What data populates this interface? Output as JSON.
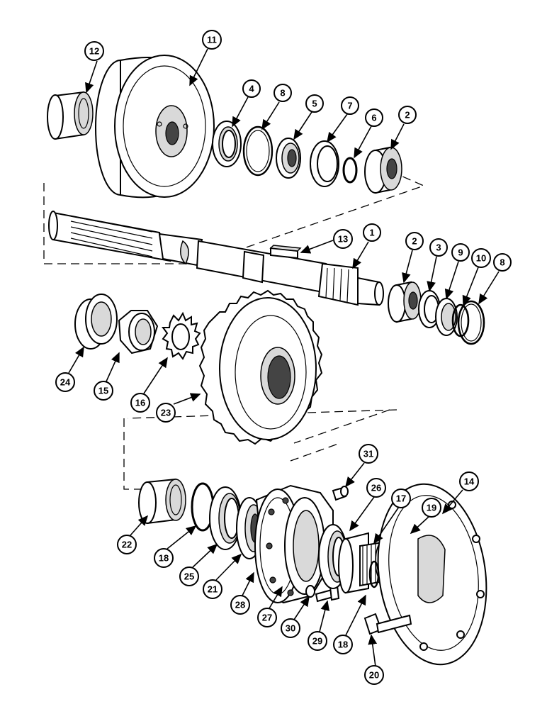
{
  "callouts": [
    "1",
    "2",
    "2",
    "3",
    "4",
    "5",
    "6",
    "7",
    "8",
    "8",
    "9",
    "10",
    "11",
    "12",
    "13",
    "14",
    "15",
    "16",
    "17",
    "18",
    "18",
    "19",
    "20",
    "21",
    "22",
    "23",
    "24",
    "25",
    "26",
    "27",
    "28",
    "29",
    "30",
    "31"
  ],
  "colors": {
    "line": "#000000",
    "background": "#ffffff",
    "shade": "#d9d9d9"
  }
}
